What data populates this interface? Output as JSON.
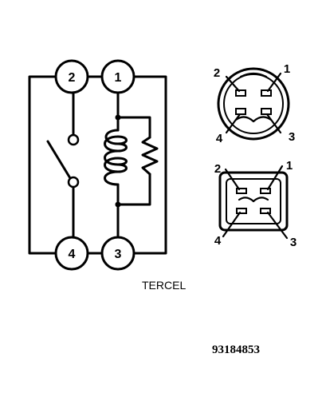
{
  "schematic": {
    "terminals": [
      "2",
      "1",
      "4",
      "3"
    ]
  },
  "connector_round": {
    "pins": [
      "2",
      "1",
      "4",
      "3"
    ]
  },
  "connector_square": {
    "pins": [
      "2",
      "1",
      "4",
      "3"
    ]
  },
  "caption": "TERCEL",
  "figure_code": "93184853"
}
